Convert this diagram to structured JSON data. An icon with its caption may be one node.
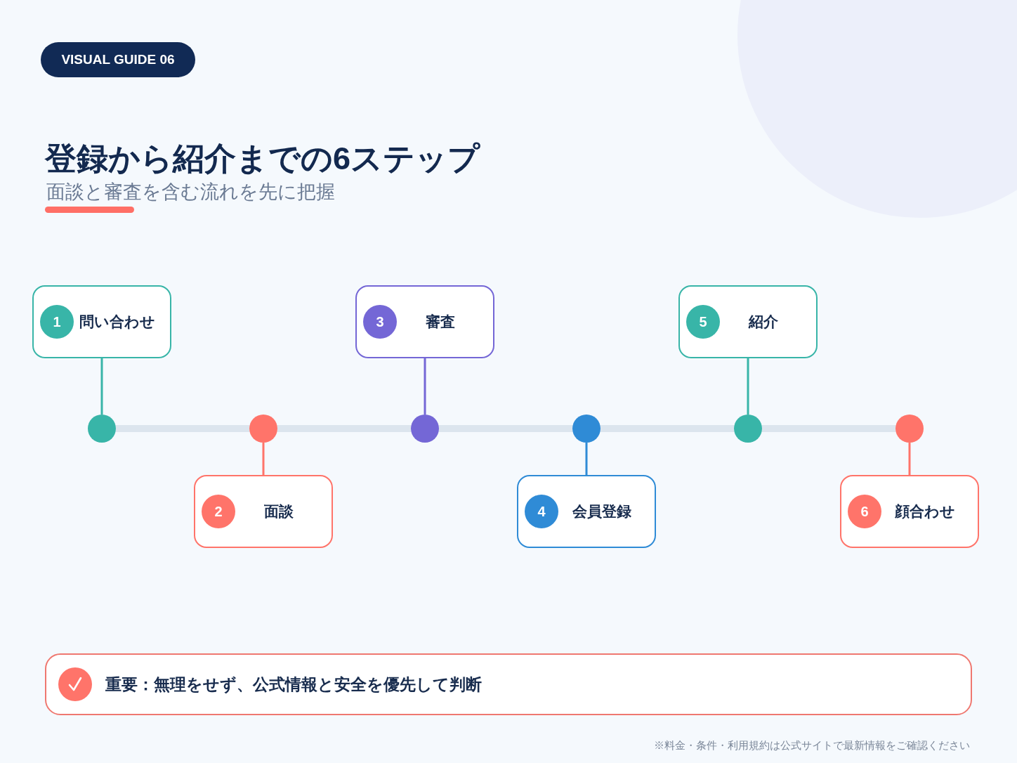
{
  "diagram": {
    "title": "登録から紹介までの6ステップ",
    "nodes": [
      {
        "text": [
          "VISUAL GUIDE 06"
        ]
      },
      {
        "text": [
          "問い合わせ"
        ]
      },
      {
        "text": [
          "1"
        ],
        "in": 1
      },
      {
        "text": [
          "面談"
        ]
      },
      {
        "text": [
          "2"
        ],
        "in": 3
      },
      {
        "text": [
          "審査"
        ]
      },
      {
        "text": [
          "3"
        ],
        "in": 5
      },
      {
        "text": [
          "会員登録"
        ]
      },
      {
        "text": [
          "4"
        ],
        "in": 7
      },
      {
        "text": [
          "紹介"
        ]
      },
      {
        "text": [
          "5"
        ],
        "in": 9
      },
      {
        "text": [
          "顔合わせ"
        ]
      },
      {
        "text": [
          "6"
        ],
        "in": 11
      },
      {
        "text": [],
        "shape": "circle"
      },
      {
        "text": [],
        "shape": "circle"
      },
      {
        "text": [],
        "shape": "circle"
      },
      {
        "text": [],
        "shape": "circle"
      },
      {
        "text": [],
        "shape": "circle"
      },
      {
        "text": [],
        "shape": "circle"
      },
      {
        "text": [
          "重要：無理をせず、公式情報と安全を優先して判断"
        ]
      }
    ],
    "edges": [
      {
        "from": 1,
        "to": 13,
        "arrow": "none",
        "color": "#38b5a8"
      },
      {
        "from": 3,
        "to": 14,
        "arrow": "none",
        "color": "#ff746a"
      },
      {
        "from": 5,
        "to": 15,
        "arrow": "none",
        "color": "#7467d6"
      },
      {
        "from": 7,
        "to": 16,
        "arrow": "none",
        "color": "#2f8bd6"
      },
      {
        "from": 9,
        "to": 17,
        "arrow": "none",
        "color": "#38b5a8"
      },
      {
        "from": 11,
        "to": 18,
        "arrow": "none",
        "color": "#ff746a"
      },
      {
        "from": 13,
        "to": 14,
        "arrow": "none",
        "style": "thick"
      },
      {
        "from": 14,
        "to": 15,
        "arrow": "none",
        "style": "thick"
      },
      {
        "from": 15,
        "to": 16,
        "arrow": "none",
        "style": "thick"
      },
      {
        "from": 16,
        "to": 17,
        "arrow": "none",
        "style": "thick"
      },
      {
        "from": 17,
        "to": 18,
        "arrow": "none",
        "style": "thick"
      }
    ],
    "labels": [
      "面談と審査を含む流れを先に把握",
      "※料金・条件・利用規約は公式サイトで最新情報をご確認ください"
    ]
  }
}
